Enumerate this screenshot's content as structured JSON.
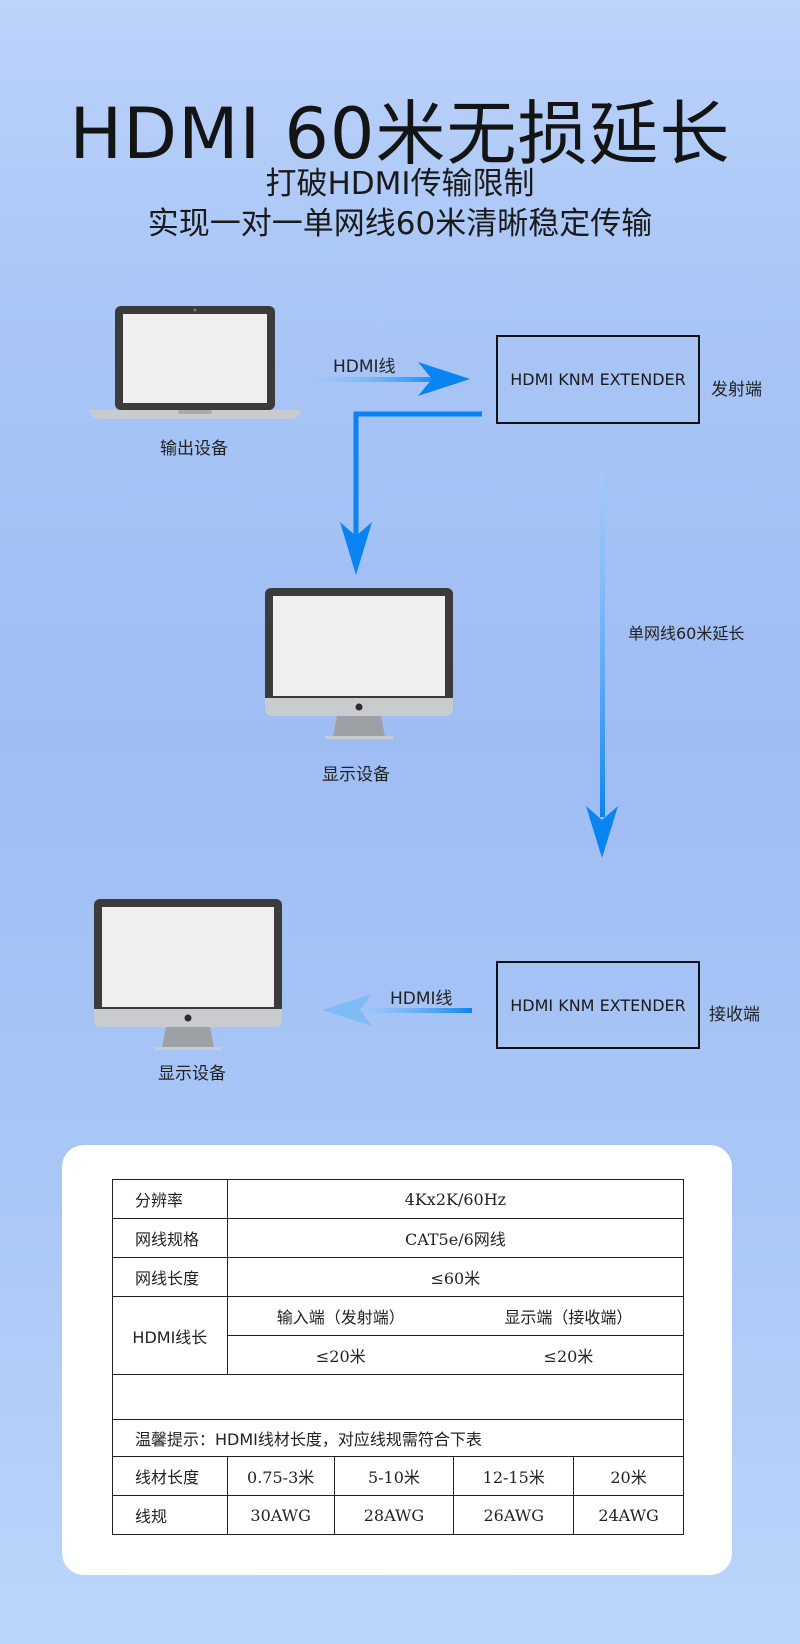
{
  "header": {
    "title": "HDMI 60米无损延长",
    "subtitle1": "打破HDMI传输限制",
    "subtitle2": "实现一对一单网线60米清晰稳定传输"
  },
  "diagram": {
    "output_device_label": "输出设备",
    "hdmi_cable_label_top": "HDMI线",
    "transmitter_box": "HDMI KNM EXTENDER",
    "transmitter_label": "发射端",
    "display_device_label_1": "显示设备",
    "network_label": "单网线60米延长",
    "receiver_box": "HDMI KNM EXTENDER",
    "receiver_label": "接收端",
    "hdmi_cable_label_bottom": "HDMI线",
    "display_device_label_2": "显示设备",
    "colors": {
      "arrow": "#0a84f0",
      "arrow_light": "#9fd0ff",
      "frame": "#3b3b3b",
      "screen": "#efefef"
    }
  },
  "specs": {
    "resolution_label": "分辨率",
    "resolution_value": "4Kx2K/60Hz",
    "cable_spec_label": "网线规格",
    "cable_spec_value": "CAT5e/6网线",
    "cable_length_label": "网线长度",
    "cable_length_value": "≤60米",
    "hdmi_length_label": "HDMI线长",
    "input_end_label": "输入端（发射端）",
    "display_end_label": "显示端（接收端）",
    "input_end_value": "≤20米",
    "display_end_value": "≤20米",
    "note": "温馨提示：HDMI线材长度，对应线规需符合下表",
    "wire_length_label": "线材长度",
    "wire_lengths": [
      "0.75-3米",
      "5-10米",
      "12-15米",
      "20米"
    ],
    "gauge_label": "线规",
    "gauges": [
      "30AWG",
      "28AWG",
      "26AWG",
      "24AWG"
    ]
  }
}
